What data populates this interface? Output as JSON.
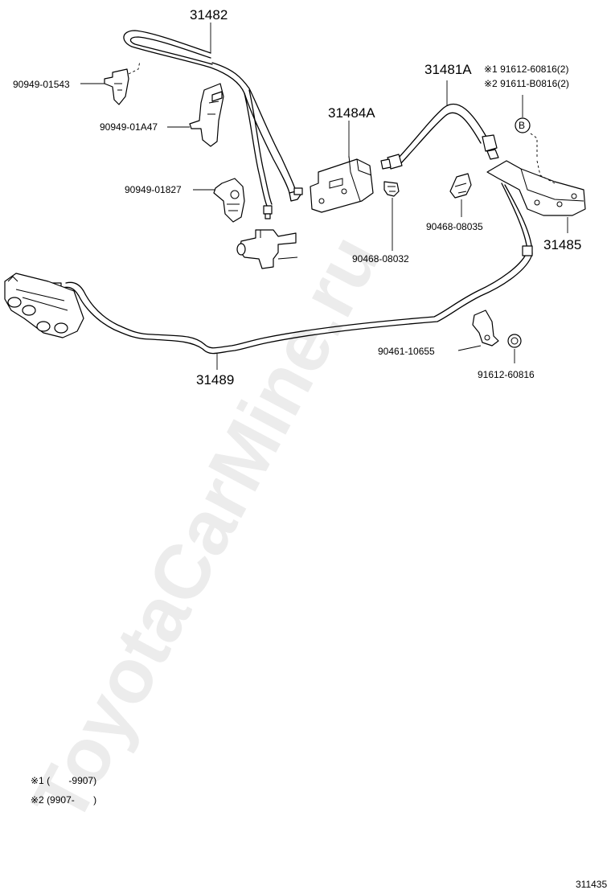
{
  "parts": {
    "p31482": "31482",
    "p90949_01543": "90949-01543",
    "p90949_01a47": "90949-01A47",
    "p90949_01827": "90949-01827",
    "p31484a": "31484A",
    "p31481a": "31481A",
    "p31485": "31485",
    "p90468_08032": "90468-08032",
    "p90468_08035": "90468-08035",
    "p31489": "31489",
    "p90461_10655": "90461-10655",
    "p91612_60816": "91612-60816"
  },
  "notes": {
    "n1": "※1 91612-60816(2)",
    "n2": "※2 91611-B0816(2)"
  },
  "marker": "B",
  "legend": {
    "l1": "※1 (       -9907)",
    "l2": "※2 (9907-       )"
  },
  "figure_id": "311435",
  "watermark": "ToyotaCarMine.ru"
}
